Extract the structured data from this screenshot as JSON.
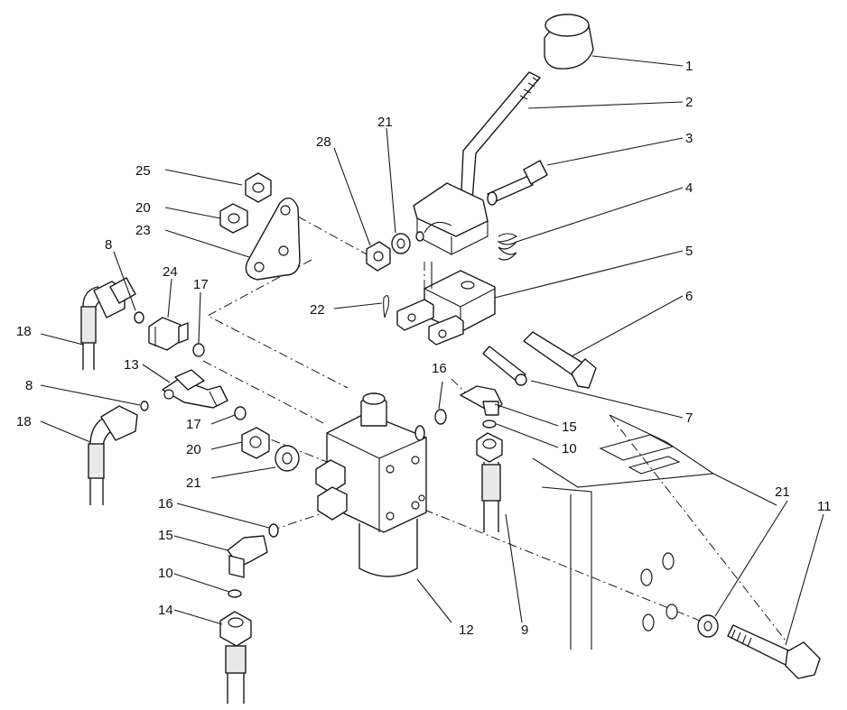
{
  "callouts": [
    "1",
    "2",
    "3",
    "4",
    "5",
    "6",
    "7",
    "8",
    "8",
    "9",
    "10",
    "10",
    "11",
    "12",
    "13",
    "14",
    "15",
    "15",
    "16",
    "16",
    "17",
    "17",
    "18",
    "18",
    "20",
    "20",
    "21",
    "21",
    "21",
    "22",
    "23",
    "24",
    "25",
    "28"
  ]
}
